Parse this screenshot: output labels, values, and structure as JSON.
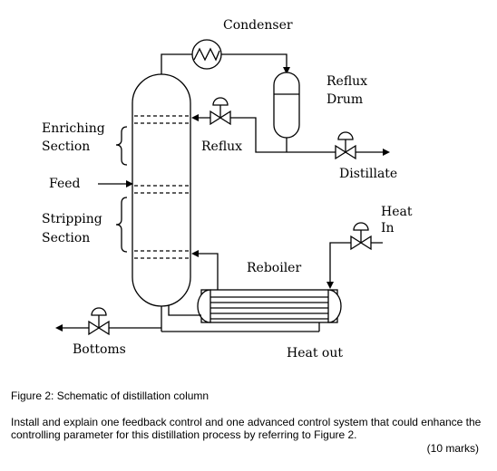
{
  "diagram": {
    "labels": {
      "condenser": "Condenser",
      "reflux_drum_line1": "Reflux",
      "reflux_drum_line2": "Drum",
      "enriching_line1": "Enriching",
      "enriching_line2": "Section",
      "reflux": "Reflux",
      "distillate": "Distillate",
      "feed": "Feed",
      "stripping_line1": "Stripping",
      "stripping_line2": "Section",
      "heat_in_line1": "Heat",
      "heat_in_line2": "In",
      "reboiler": "Reboiler",
      "bottoms": "Bottoms",
      "heat_out": "Heat out"
    }
  },
  "caption": "Figure 2: Schematic of distillation column",
  "question": "Install and explain one feedback control and one advanced control system that could enhance the controlling parameter for this distillation process by referring to Figure 2.",
  "marks": "(10 marks)"
}
